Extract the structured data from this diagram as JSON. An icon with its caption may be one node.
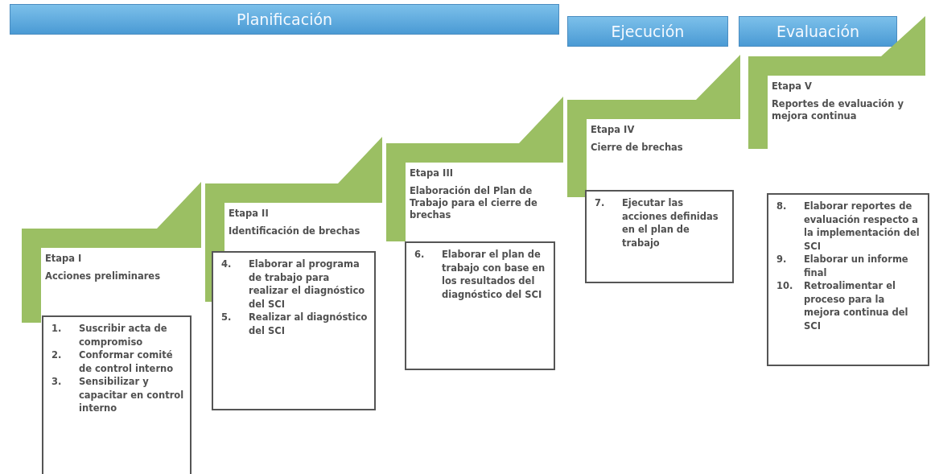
{
  "diagram": {
    "nodes": [
      {
        "text": [
          "Planificación"
        ]
      },
      {
        "text": [
          "Ejecución"
        ]
      },
      {
        "text": [
          "Evaluación"
        ]
      },
      {
        "text": [
          "Etapa I",
          "Acciones preliminares"
        ]
      },
      {
        "text": [
          "1.",
          "Suscribir acta de compromiso",
          "2.",
          "Conformar comité de control interno",
          "3.",
          "Sensibilizar y capacitar en control interno"
        ]
      },
      {
        "text": [
          "Etapa II",
          "Identificación de brechas"
        ]
      },
      {
        "text": [
          "4.",
          "Elaborar al programa de trabajo para realizar el diagnóstico del SCI",
          "5.",
          "Realizar al diagnóstico del SCI"
        ]
      },
      {
        "text": [
          "Etapa III",
          "Elaboración del Plan de Trabajo para el cierre de brechas"
        ]
      },
      {
        "text": [
          "6.",
          "Elaborar el plan de trabajo con base en los resultados del diagnóstico del SCI"
        ]
      },
      {
        "text": [
          "Etapa IV",
          "Cierre de brechas"
        ]
      },
      {
        "text": [
          "7.",
          "Ejecutar las acciones definidas en el plan de trabajo"
        ]
      },
      {
        "text": [
          "Etapa V",
          "Reportes de evaluación y mejora continua"
        ]
      },
      {
        "text": [
          "8.",
          "Elaborar reportes de evaluación respecto a la implementación del SCI",
          "9.",
          "Elaborar un informe final",
          "10.",
          "Retroalimentar el proceso para la mejora continua del SCI"
        ]
      }
    ],
    "edges": []
  }
}
